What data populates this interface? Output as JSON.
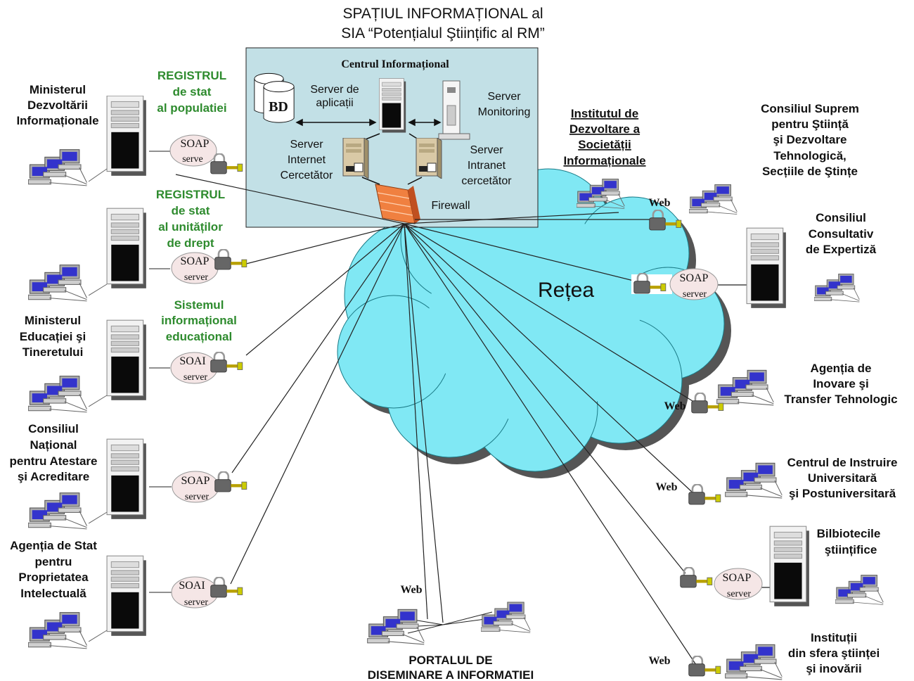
{
  "title": {
    "line1": "SPAȚIUL INFORMAȚIONAL al",
    "line2": "SIA “Potențialul Ştiințific al RM”"
  },
  "center": {
    "title": "Centrul Informațional",
    "db": "BD",
    "app_server": [
      "Server de",
      "aplicații"
    ],
    "monitoring": [
      "Server",
      "Monitoring"
    ],
    "internet": [
      "Server",
      "Internet",
      "Cercetător"
    ],
    "intranet": [
      "Server",
      "Intranet",
      "cercetător"
    ],
    "firewall": "Firewall"
  },
  "network": "Rețea",
  "soap": {
    "top": "SOAP",
    "bottom": "server",
    "top_cut": "SOAP",
    "bottom_cut": "serve",
    "top_short": "SOAI"
  },
  "web": "Web",
  "left_nodes": [
    {
      "name": [
        "Ministerul",
        "Dezvoltării",
        "Informaționale"
      ],
      "registry": [
        "REGISTRUL",
        "de stat",
        "al populatiei"
      ]
    },
    {
      "name": [],
      "registry": [
        "REGISTRUL",
        "de stat",
        "al unităților",
        "de drept"
      ]
    },
    {
      "name": [
        "Ministerul",
        "Educației şi",
        "Tineretului"
      ],
      "registry": [
        "Sistemul",
        "informațional",
        "educațional"
      ]
    },
    {
      "name": [
        "Consiliul",
        "Național",
        "pentru Atestare",
        "şi Acreditare"
      ],
      "registry": []
    },
    {
      "name": [
        "Agenția de Stat",
        "pentru",
        "Proprietatea",
        "Intelectuală"
      ],
      "registry": []
    }
  ],
  "right_nodes": {
    "institute": [
      "Institutul de",
      "Dezvoltare a",
      "Societății",
      "Informaționale"
    ],
    "supreme": [
      "Consiliul Suprem",
      "pentru Ştiință",
      "şi Dezvoltare",
      "Tehnologică,",
      "Secțiile de Ştințe"
    ],
    "consultative": [
      "Consiliul",
      "Consultativ",
      "de Expertiză"
    ],
    "agency": [
      "Agenția de",
      "Inovare şi",
      "Transfer Tehnologic"
    ],
    "training": [
      "Centrul de Instruire",
      "Universitară",
      "şi Postuniversitară"
    ],
    "libraries": [
      "Bilbiotecile",
      "ştiințifice"
    ],
    "institutions": [
      "Instituții",
      "din sfera ştiinței",
      "şi inovării"
    ]
  },
  "portal": [
    "PORTALUL DE",
    "DISEMINARE A INFORMATIEI"
  ],
  "colors": {
    "panel": "#c2e0e6",
    "cloud": "#80e8f4",
    "registry": "#2e8b2e",
    "firewall": "#f08040"
  }
}
